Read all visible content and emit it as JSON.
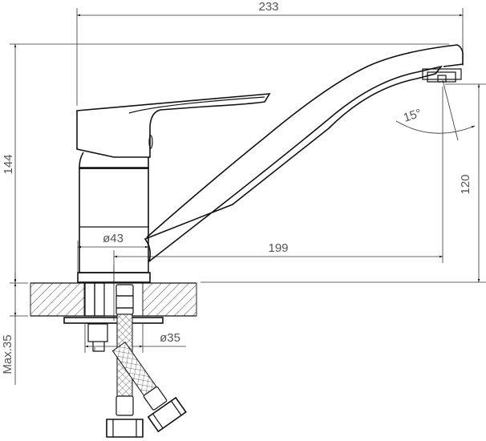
{
  "diagram": {
    "subject": "single-lever kitchen faucet technical drawing",
    "dimensions": {
      "overall_width": "233",
      "overall_height": "144",
      "spout_height": "120",
      "spout_reach": "199",
      "body_diameter": "ø43",
      "hole_diameter": "ø35",
      "max_countertop": "Max.35",
      "spout_angle": "15°"
    }
  }
}
